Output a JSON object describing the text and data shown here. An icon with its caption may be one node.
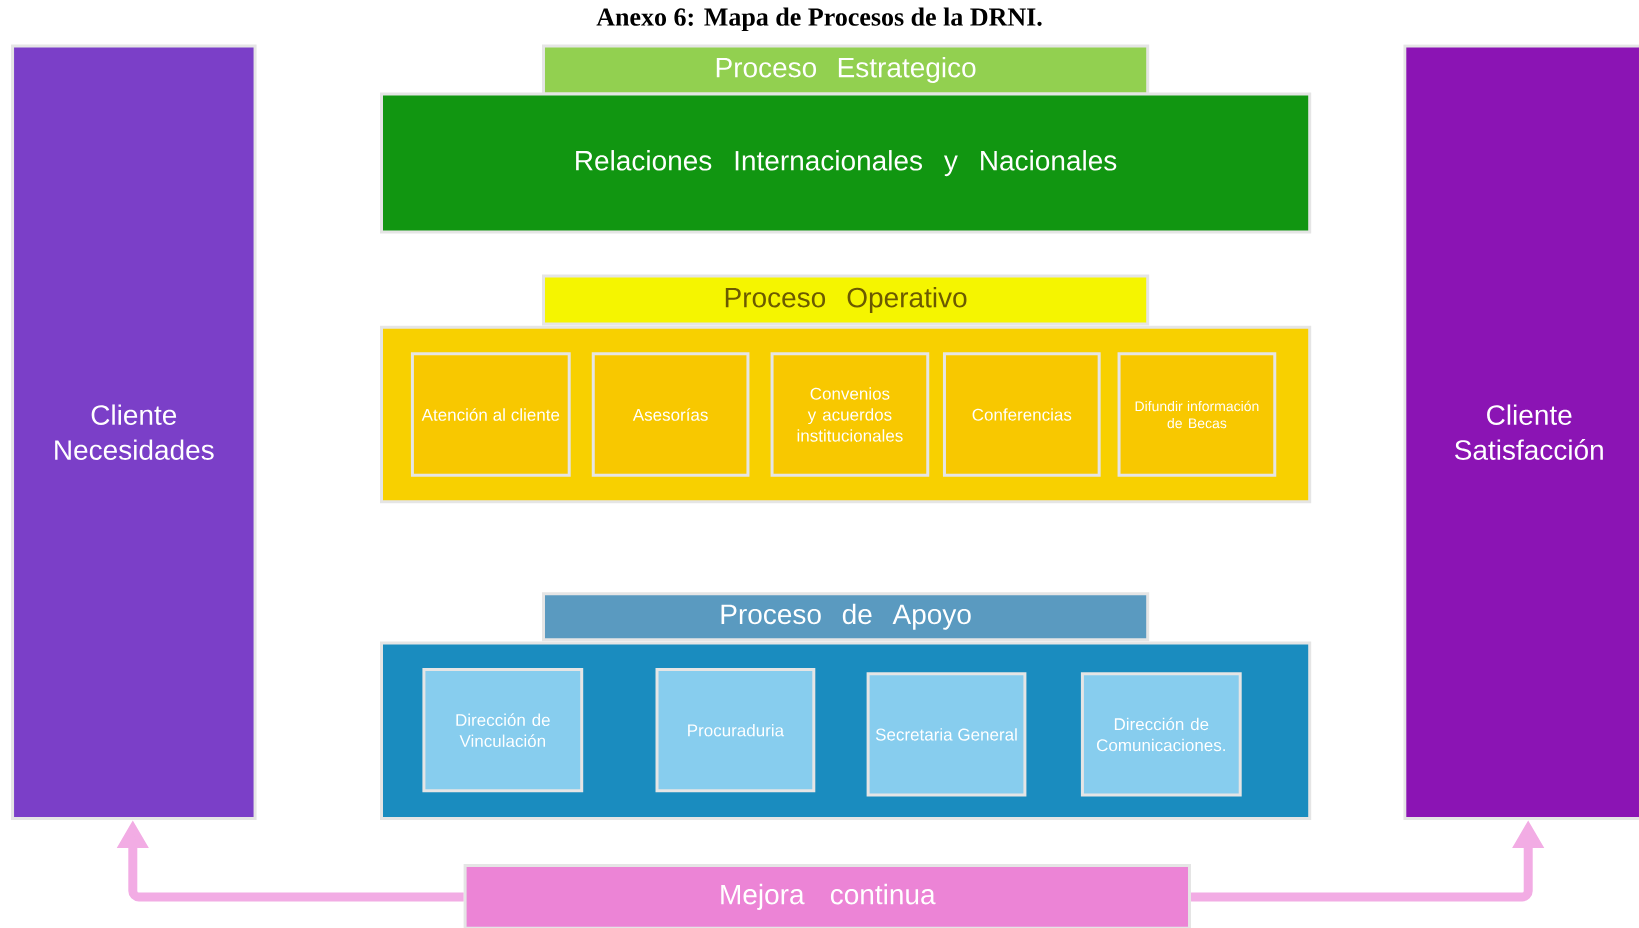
{
  "diagram": {
    "title": "Anexo 6: Mapa de Procesos de la DRNI.",
    "nodes": [
      {
        "text": [
          "Cliente Necesidades"
        ]
      },
      {
        "text": [
          "Proceso Estrategico"
        ]
      },
      {
        "text": [
          "Relaciones Internacionales y Nacionales"
        ]
      },
      {
        "text": [
          "Proceso Operativo"
        ]
      },
      {
        "text": [],
        "shape": "box"
      },
      {
        "text": [
          "Atención al cliente"
        ],
        "in": 4
      },
      {
        "text": [
          "Asesorías"
        ],
        "in": 4
      },
      {
        "text": [
          "Convenios y acuerdos institucionales"
        ],
        "in": 4
      },
      {
        "text": [
          "Conferencias"
        ],
        "in": 4
      },
      {
        "text": [
          "Difundir información de Becas"
        ],
        "in": 4
      },
      {
        "text": [
          "Proceso de Apoyo"
        ]
      },
      {
        "text": [],
        "shape": "box"
      },
      {
        "text": [
          "Dirección de Vinculación"
        ],
        "in": 11
      },
      {
        "text": [
          "Procuraduria"
        ],
        "in": 11
      },
      {
        "text": [
          "Secretaria General"
        ],
        "in": 11
      },
      {
        "text": [
          "Dirección de Comunicaciones."
        ],
        "in": 11
      },
      {
        "text": [
          "Cliente Satisfacción"
        ]
      },
      {
        "text": [
          "Mejora continua"
        ]
      }
    ],
    "edges": [
      {
        "from": 17,
        "to": 0,
        "arrow": "to"
      },
      {
        "from": 17,
        "to": 16,
        "arrow": "to"
      }
    ]
  }
}
